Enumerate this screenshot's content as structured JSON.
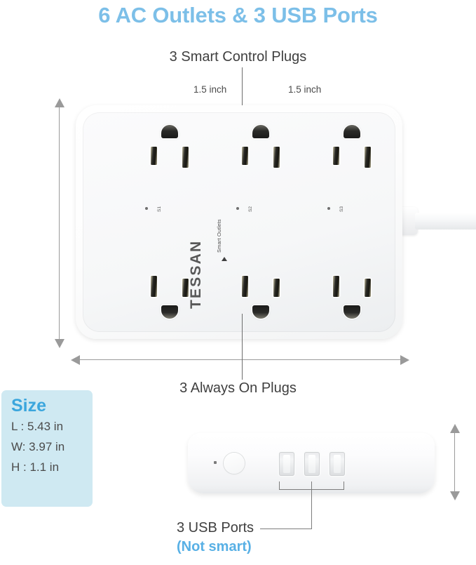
{
  "title": "6 AC Outlets & 3 USB Ports",
  "callouts": {
    "smart_plugs": "3 Smart Control Plugs",
    "always_on": "3 Always On Plugs",
    "usb_ports": "3 USB Ports",
    "not_smart": "(Not smart)"
  },
  "measurements": {
    "inch_left": "1.5 inch",
    "inch_right": "1.5 inch"
  },
  "size_box": {
    "heading": "Size",
    "length": "L : 5.43 in",
    "width": "W: 3.97 in",
    "height": "H : 1.1 in"
  },
  "device": {
    "brand": "TESSAN",
    "smart_outlets_label": "Smart Outlets",
    "switch_labels": [
      "S1",
      "S2",
      "S3"
    ]
  },
  "colors": {
    "title_blue": "#7cbfe8",
    "accent_blue": "#58b0e5",
    "size_box_bg": "#cfe9f2",
    "size_heading_blue": "#3ba6dd",
    "text_dark": "#3f3f3f",
    "dimension_gray": "#9a9a9a",
    "leader_gray": "#6d6d6d"
  }
}
